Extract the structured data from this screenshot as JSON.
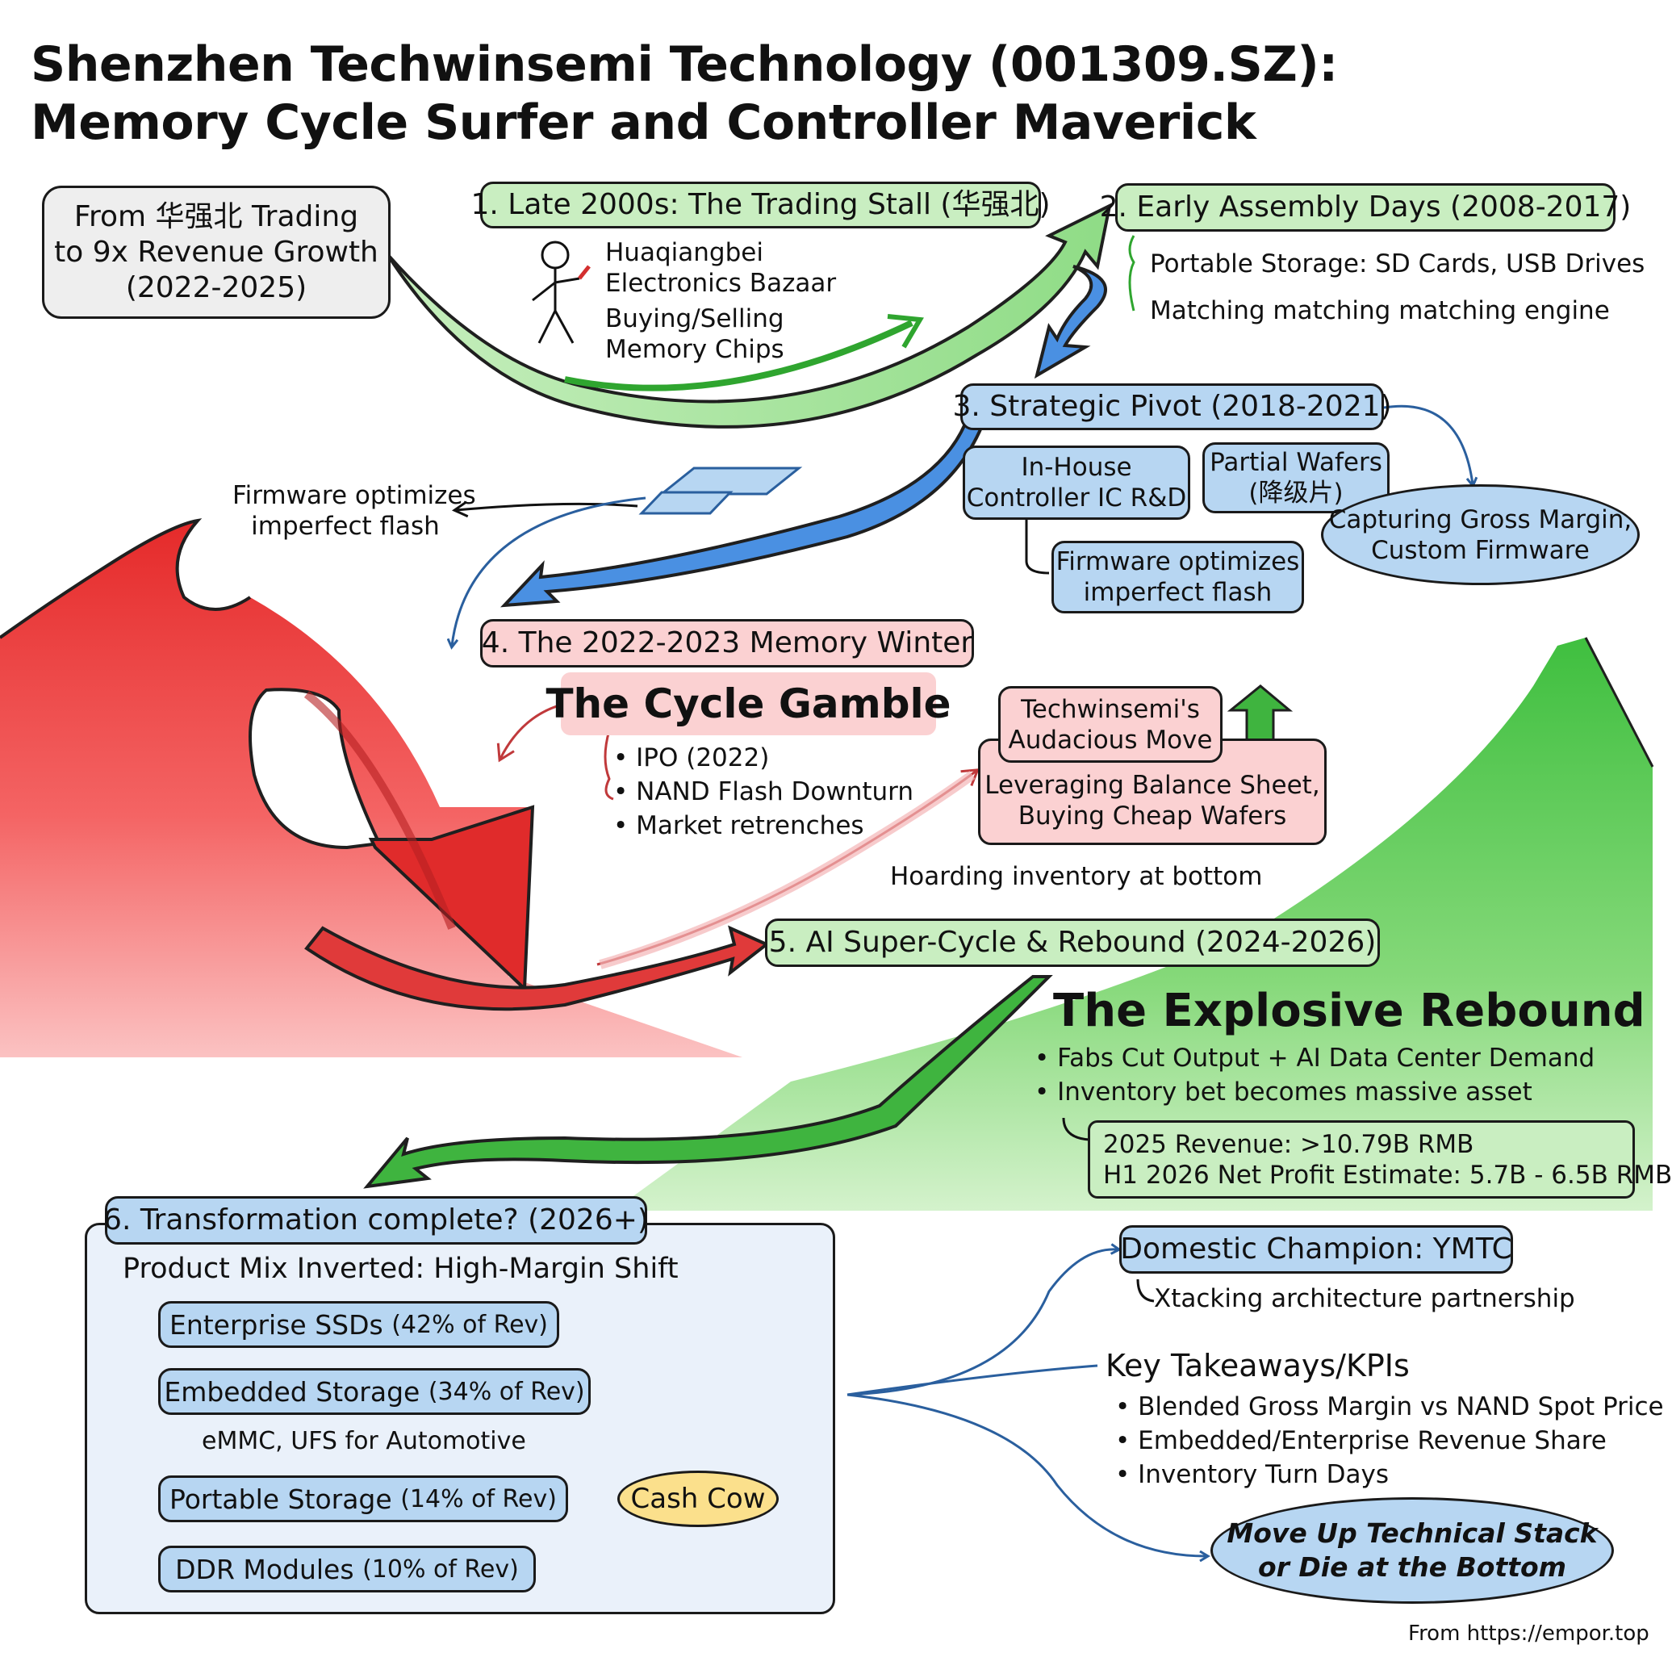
{
  "title": {
    "line1": "Shenzhen Techwinsemi Technology (001309.SZ):",
    "line2": "Memory Cycle Surfer and Controller Maverick"
  },
  "origin": {
    "line1": "From 华强北 Trading",
    "line2": "to 9x Revenue Growth",
    "line3": "(2022-2025)"
  },
  "stage1": {
    "label": "1. Late 2000s: The Trading Stall (华强北)",
    "note1a": "Huaqiangbei",
    "note1b": "Electronics Bazaar",
    "note2a": "Buying/Selling",
    "note2b": "Memory Chips"
  },
  "stage2": {
    "label": "2. Early Assembly Days (2008-2017)",
    "item1": "Portable Storage: SD Cards, USB Drives",
    "item2": "Matching matching matching engine"
  },
  "stage3": {
    "label": "3. Strategic Pivot (2018-2021)",
    "rnd_line1": "In-House",
    "rnd_line2": "Controller IC R&D",
    "wafer_line1": "Partial Wafers",
    "wafer_line2": "(降级片)",
    "firmware_line1": "Firmware optimizes",
    "firmware_line2": "imperfect flash",
    "margin_line1": "Capturing Gross Margin,",
    "margin_line2": "Custom Firmware",
    "side_note_line1": "Firmware optimizes",
    "side_note_line2": "imperfect flash"
  },
  "stage4": {
    "label": "4. The 2022-2023 Memory Winter",
    "gamble": "The Cycle Gamble",
    "bullets": [
      "IPO (2022)",
      "NAND Flash Downturn",
      "Market retrenches"
    ],
    "move_line1": "Techwinsemi's",
    "move_line2": "Audacious Move",
    "lever_line1": "Leveraging Balance Sheet,",
    "lever_line2": "Buying Cheap Wafers",
    "hoarding": "Hoarding inventory at bottom"
  },
  "stage5": {
    "label": "5. AI Super-Cycle & Rebound (2024-2026)",
    "heading": "The Explosive Rebound",
    "bullets": [
      "Fabs Cut Output + AI Data Center Demand",
      "Inventory bet becomes massive asset"
    ],
    "metric1": "2025 Revenue: >10.79B RMB",
    "metric2": "H1 2026 Net Profit Estimate: 5.7B - 6.5B RMB"
  },
  "stage6": {
    "label": "6. Transformation complete? (2026+)",
    "mix_title": "Product Mix Inverted: High-Margin Shift",
    "products": [
      {
        "name": "Enterprise SSDs",
        "share": "(42% of Rev)"
      },
      {
        "name": "Embedded Storage",
        "share": "(34% of Rev)"
      },
      {
        "name": "Portable Storage",
        "share": "(14% of Rev)"
      },
      {
        "name": "DDR Modules",
        "share": "(10% of Rev)"
      }
    ],
    "embedded_note": "eMMC, UFS for Automotive",
    "cash_cow": "Cash Cow"
  },
  "outlook": {
    "champion": "Domestic Champion: YMTC",
    "champion_note": "Xtacking architecture partnership",
    "kpi_title": "Key Takeaways/KPIs",
    "kpis": [
      "Blended Gross Margin vs NAND Spot Price",
      "Embedded/Enterprise Revenue Share",
      "Inventory Turn Days"
    ],
    "motto_line1": "Move Up Technical Stack",
    "motto_line2": "or Die at the Bottom"
  },
  "source": "From https://empor.top",
  "colors": {
    "green_box": "#c9eec1",
    "blue_box": "#b7d6f2",
    "pink_box": "#fbd1d2",
    "yellow_box": "#fbe08c",
    "red_wave": "#e53935",
    "green_mountain": "#4cc94a",
    "blue_arrow": "#4a90e2",
    "connector_blue": "#2a5f9e"
  }
}
